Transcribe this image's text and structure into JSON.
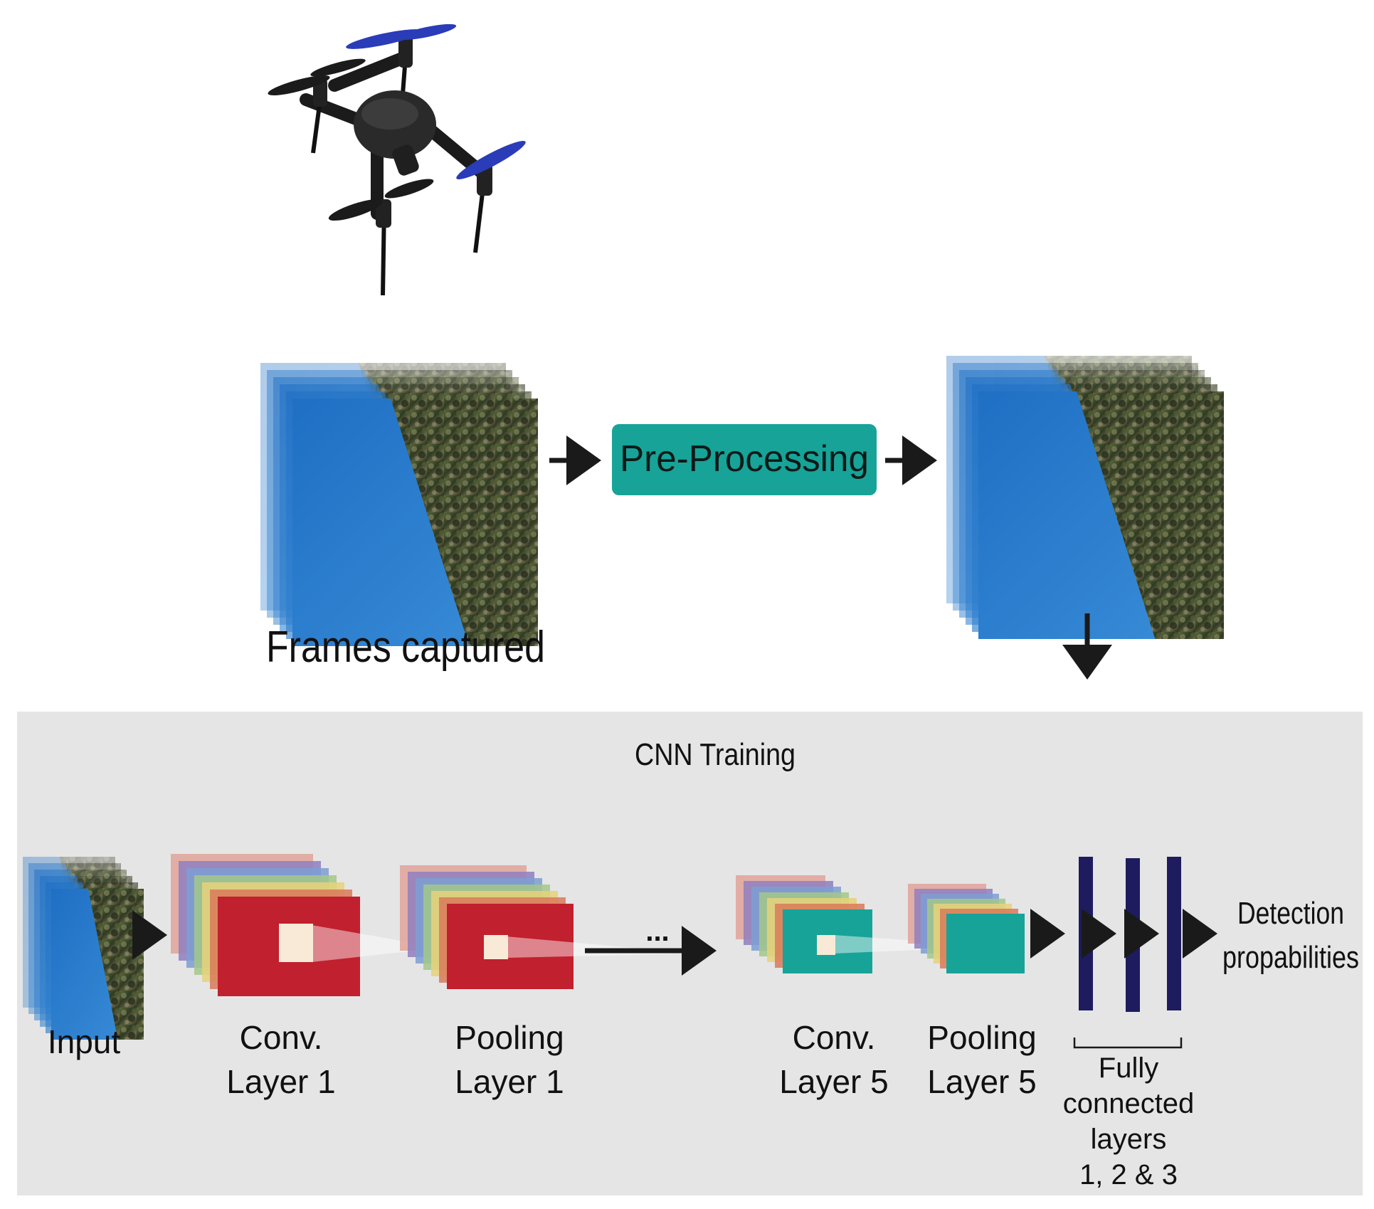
{
  "pipeline": {
    "frames_label": "Frames captured",
    "preprocess_label": "Pre-Processing",
    "preprocess_color": "#17a398"
  },
  "cnn_panel": {
    "title": "CNN Training",
    "background": "#e5e5e5",
    "stages": {
      "input": {
        "label": "Input"
      },
      "conv1": {
        "line1": "Conv.",
        "line2": "Layer 1",
        "front_color": "#c1202e"
      },
      "pool1": {
        "line1": "Pooling",
        "line2": "Layer 1",
        "front_color": "#c1202e"
      },
      "ellipsis": "...",
      "conv5": {
        "line1": "Conv.",
        "line2": "Layer 5",
        "front_color": "#17a398"
      },
      "pool5": {
        "line1": "Pooling",
        "line2": "Layer 5",
        "front_color": "#17a398"
      },
      "fc": {
        "line1": "Fully",
        "line2": "connected",
        "line3": "layers",
        "line4": "1, 2 & 3",
        "bar_color": "#1e1c5e"
      },
      "output": {
        "line1": "Detection",
        "line2": "propabilities"
      }
    }
  },
  "drone": {
    "icon": "quadcopter-drone-icon",
    "propeller_accent": "#2a3cb8"
  },
  "colors": {
    "water": "#2b7fd0",
    "water_light": "#4fa3e8",
    "vegetation": "#3e4a2c",
    "arrow": "#1a1a1a",
    "stack_palette": [
      "#e0a39a",
      "#8f7fbf",
      "#7d9fd3",
      "#a3c88a",
      "#e6d27a",
      "#d97a5a"
    ]
  }
}
